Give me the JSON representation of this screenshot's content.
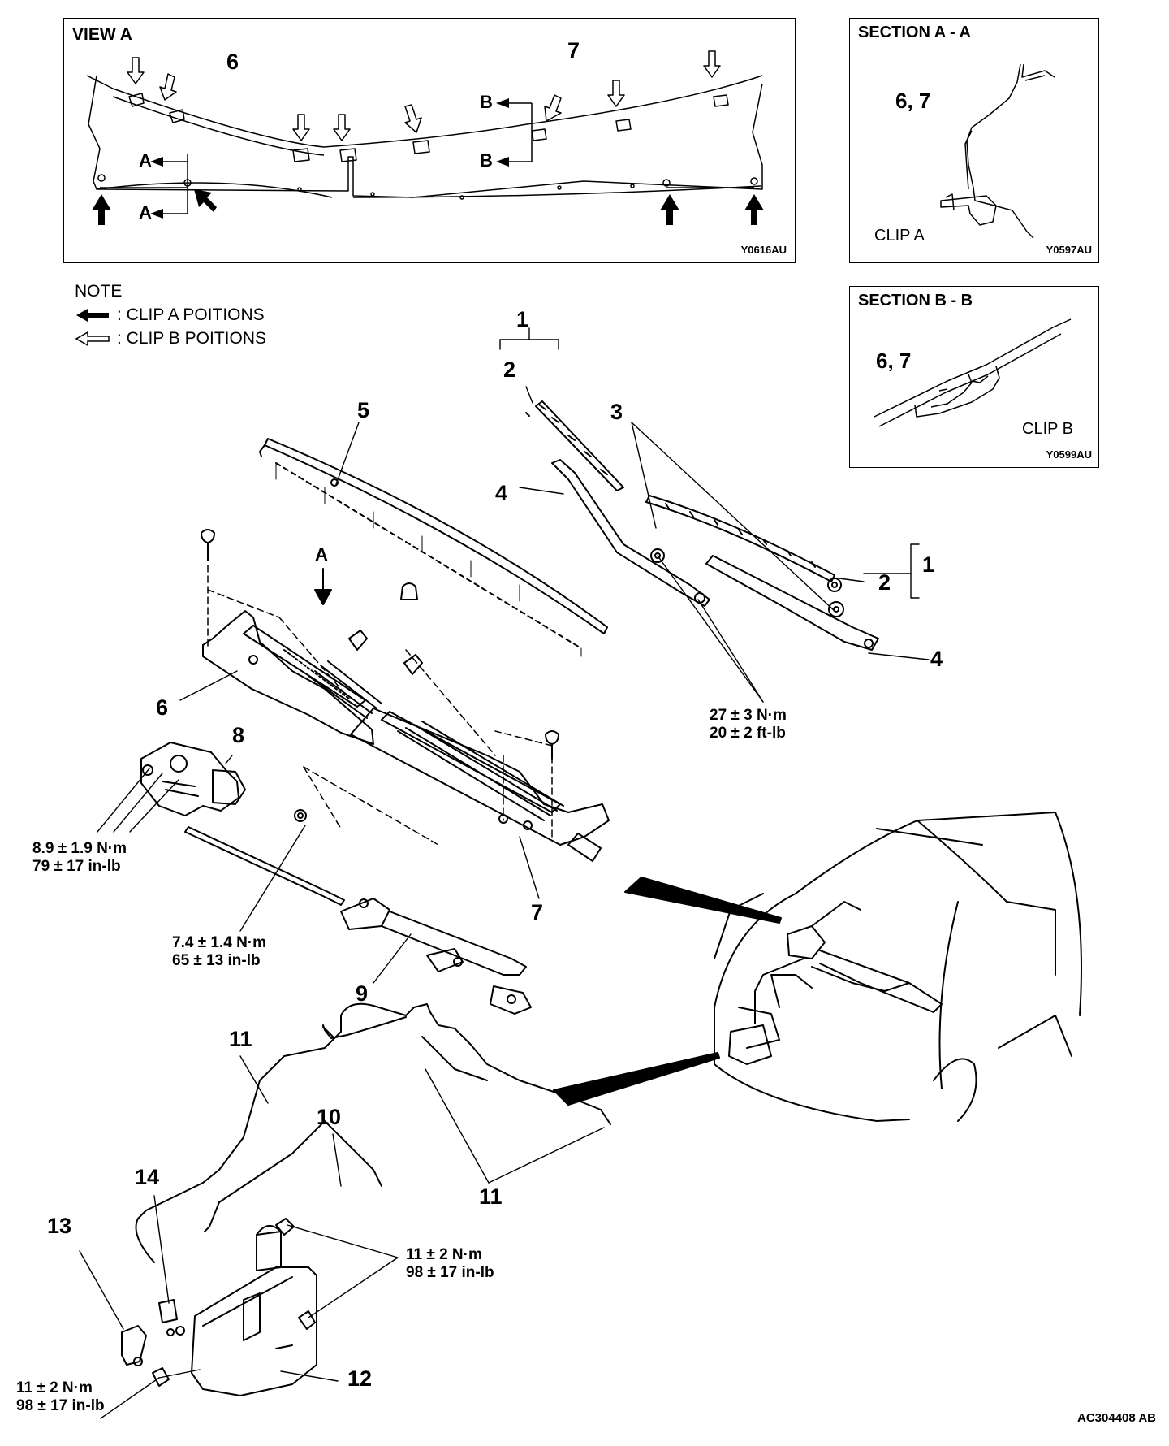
{
  "view_a": {
    "title": "VIEW A",
    "code": "Y0616AU",
    "labels": {
      "p6": "6",
      "p7": "7",
      "a_top": "A",
      "a_bottom": "A",
      "b_top": "B",
      "b_bottom": "B"
    }
  },
  "section_aa": {
    "title": "SECTION A - A",
    "part_label": "6, 7",
    "clip_label": "CLIP A",
    "code": "Y0597AU"
  },
  "section_bb": {
    "title": "SECTION B - B",
    "part_label": "6, 7",
    "clip_label": "CLIP B",
    "code": "Y0599AU"
  },
  "note": {
    "title": "NOTE",
    "clip_a": ": CLIP A POITIONS",
    "clip_b": ": CLIP B POITIONS"
  },
  "main": {
    "view_arrow_label": "A",
    "callouts": {
      "c1_top": "1",
      "c2_top": "2",
      "c3": "3",
      "c4_left": "4",
      "c5": "5",
      "c1_right": "1",
      "c2_right": "2",
      "c4_right": "4",
      "c6": "6",
      "c7": "7",
      "c8": "8",
      "c9": "9",
      "c10": "10",
      "c11_top": "11",
      "c11_bottom": "11",
      "c12": "12",
      "c13": "13",
      "c14": "14"
    },
    "torques": {
      "arm_nut": {
        "nm": "27 ± 3 N·m",
        "imp": "20 ± 2 ft-lb"
      },
      "motor_bolt": {
        "nm": "8.9 ± 1.9 N·m",
        "imp": "79 ± 17 in-lb"
      },
      "linkage_bolt": {
        "nm": "7.4 ± 1.4 N·m",
        "imp": "65 ± 13 in-lb"
      },
      "tank_nut_right": {
        "nm": "11 ± 2 N·m",
        "imp": "98 ± 17 in-lb"
      },
      "tank_bolt_left": {
        "nm": "11 ± 2 N·m",
        "imp": "98 ± 17 in-lb"
      }
    },
    "figure_code": "AC304408 AB"
  }
}
